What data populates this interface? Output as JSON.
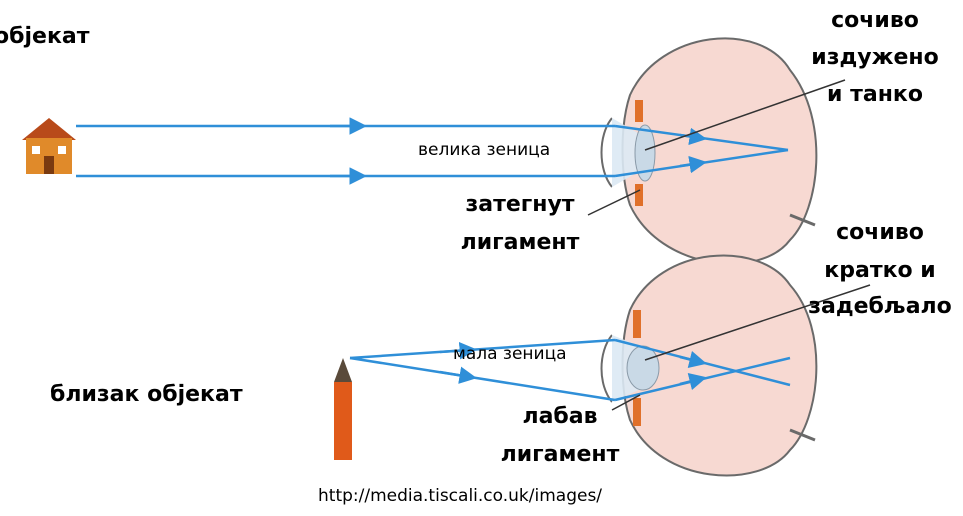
{
  "labels": {
    "far_object": "објекат",
    "lens_top_1": "сочиво",
    "lens_top_2": "издужено",
    "lens_top_3": "и танко",
    "big_pupil": "велика зеница",
    "tight_lig_1": "затегнут",
    "tight_lig_2": "лигамент",
    "lens_bottom_1": "сочиво",
    "lens_bottom_2": "кратко и",
    "lens_bottom_3": "задебљало",
    "small_pupil": "мала зеница",
    "near_object": "близак објекат",
    "loose_lig_1": "лабав",
    "loose_lig_2": "лигамент",
    "source_url": "http://media.tiscali.co.uk/images/"
  },
  "colors": {
    "ray": "#2f8fd8",
    "eye_outline": "#6a6a6a",
    "eye_fill": "#f7d9d2",
    "lens": "#c9d9e6",
    "iris": "#e0702a",
    "house_wall": "#e08a2a",
    "house_roof": "#b84a1a",
    "pencil_body": "#e05a1a",
    "pencil_tip": "#5a4a3a"
  }
}
